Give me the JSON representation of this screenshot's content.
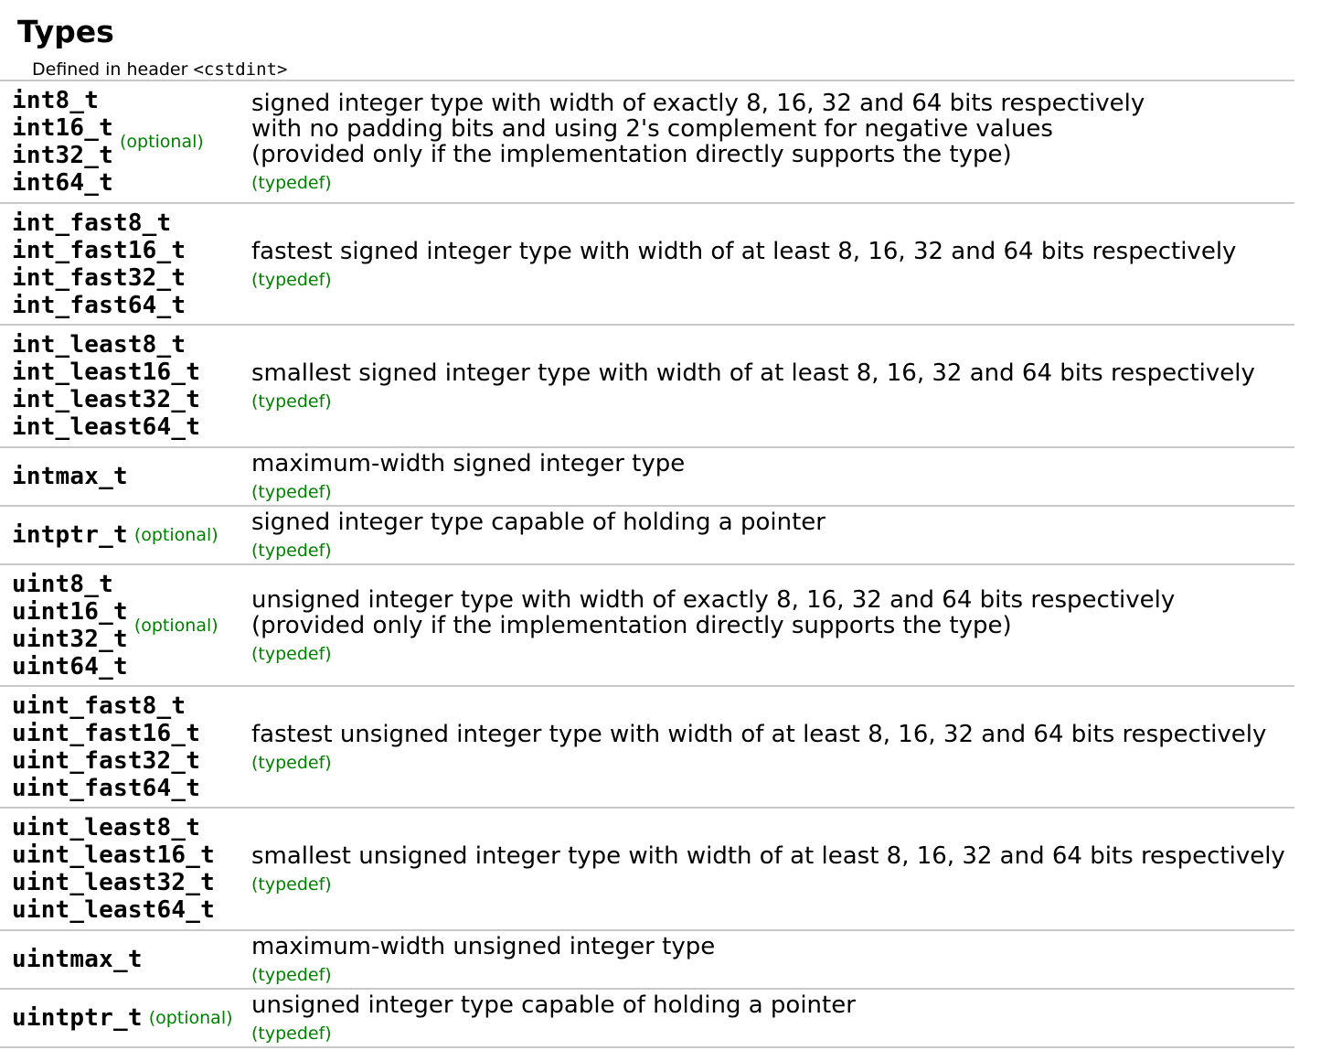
{
  "title": "Types",
  "header_prefix": "Defined in header ",
  "header_name": "<cstdint>",
  "rows": [
    {
      "names": [
        "int8_t",
        "int16_t",
        "int32_t",
        "int64_t"
      ],
      "marker": "(optional)",
      "description": [
        "signed integer type with width of exactly 8, 16, 32 and 64 bits respectively",
        "with no padding bits and using 2's complement for negative values",
        "(provided only if the implementation directly supports the type)"
      ],
      "kind": "(typedef)"
    },
    {
      "names": [
        "int_fast8_t",
        "int_fast16_t",
        "int_fast32_t",
        "int_fast64_t"
      ],
      "description": [
        "fastest signed integer type with width of at least 8, 16, 32 and 64 bits respectively"
      ],
      "kind": "(typedef)"
    },
    {
      "names": [
        "int_least8_t",
        "int_least16_t",
        "int_least32_t",
        "int_least64_t"
      ],
      "description": [
        "smallest signed integer type with width of at least 8, 16, 32 and 64 bits respectively"
      ],
      "kind": "(typedef)"
    },
    {
      "names": [
        "intmax_t"
      ],
      "description": [
        "maximum-width signed integer type"
      ],
      "kind": "(typedef)"
    },
    {
      "names": [
        "intptr_t"
      ],
      "marker": "(optional)",
      "description": [
        "signed integer type capable of holding a pointer"
      ],
      "kind": "(typedef)"
    },
    {
      "names": [
        "uint8_t",
        "uint16_t",
        "uint32_t",
        "uint64_t"
      ],
      "marker": "(optional)",
      "description": [
        "unsigned integer type with width of exactly 8, 16, 32 and 64 bits respectively",
        "(provided only if the implementation directly supports the type)"
      ],
      "kind": "(typedef)"
    },
    {
      "names": [
        "uint_fast8_t",
        "uint_fast16_t",
        "uint_fast32_t",
        "uint_fast64_t"
      ],
      "description": [
        "fastest unsigned integer type with width of at least 8, 16, 32 and 64 bits respectively"
      ],
      "kind": "(typedef)"
    },
    {
      "names": [
        "uint_least8_t",
        "uint_least16_t",
        "uint_least32_t",
        "uint_least64_t"
      ],
      "description": [
        "smallest unsigned integer type with width of at least 8, 16, 32 and 64 bits respectively"
      ],
      "kind": "(typedef)"
    },
    {
      "names": [
        "uintmax_t"
      ],
      "description": [
        "maximum-width unsigned integer type"
      ],
      "kind": "(typedef)"
    },
    {
      "names": [
        "uintptr_t"
      ],
      "marker": "(optional)",
      "description": [
        "unsigned integer type capable of holding a pointer"
      ],
      "kind": "(typedef)"
    }
  ]
}
